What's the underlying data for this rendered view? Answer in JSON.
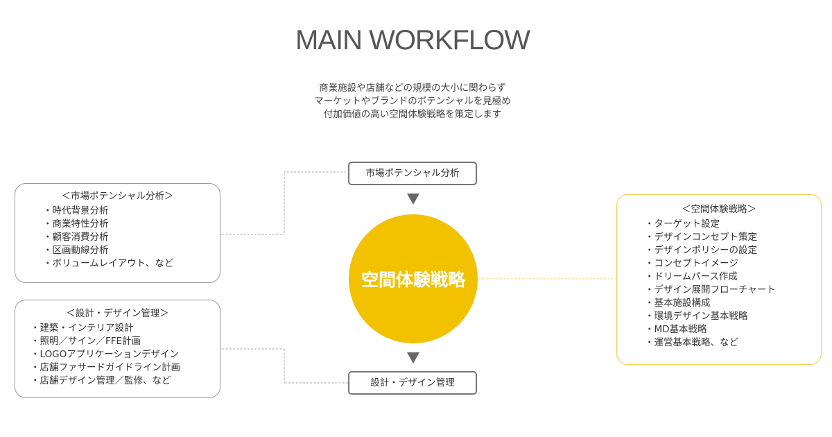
{
  "title": "MAIN WORKFLOW",
  "subtitle": [
    "商業施設や店舗などの規模の大小に関わらず",
    "マーケットやブランドのポテンシャルを見極め",
    "付加価値の高い空間体験戦略を策定します"
  ],
  "flow": {
    "top_step": "市場ポテンシャル分析",
    "center": "空間体験戦略",
    "bottom_step": "設計・デザイン管理"
  },
  "cards": {
    "market": {
      "header": "＜市場ポテンシャル分析＞",
      "items": [
        "時代背景分析",
        "商業特性分析",
        "顧客消費分析",
        "区画動線分析",
        "ボリュームレイアウト、など"
      ]
    },
    "design": {
      "header": "＜設計・デザイン管理＞",
      "items": [
        "建築・インテリア設計",
        "照明／サイン／FFE計画",
        "LOGOアプリケーションデザイン",
        "店舗ファサードガイドライン計画",
        "店舗デザイン管理／監修、など"
      ]
    },
    "strategy": {
      "header": "＜空間体験戦略＞",
      "items": [
        "ターゲット設定",
        "デザインコンセプト策定",
        "デザインポリシーの設定",
        "コンセプトイメージ",
        "ドリームパース作成",
        "デザイン展開フローチャート",
        "基本施設構成",
        "環境デザイン基本戦略",
        "MD基本戦略",
        "運営基本戦略、など"
      ]
    }
  },
  "colors": {
    "accent": "#f2c200",
    "border": "#777777"
  }
}
